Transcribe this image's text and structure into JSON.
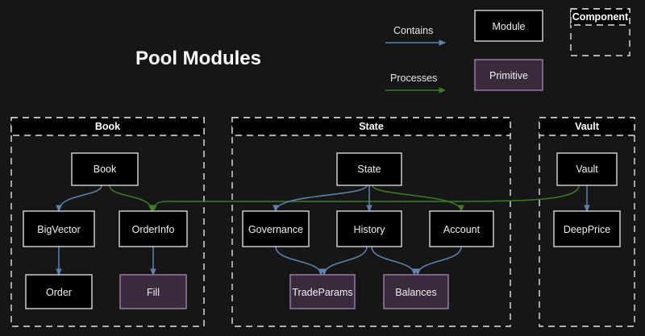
{
  "page": {
    "title": "Pool Modules",
    "background_color": "#161616"
  },
  "colors": {
    "module_fill": "#000000",
    "module_stroke": "#d8d8d8",
    "primitive_fill": "#3a2b3c",
    "primitive_stroke": "#9f7fae",
    "contains_edge": "#5f82b0",
    "processes_edge": "#3e7a28",
    "group_stroke": "#e0e0e0",
    "text": "#f0f0f0"
  },
  "legend": {
    "contains_label": "Contains",
    "processes_label": "Processes",
    "module_label": "Module",
    "primitive_label": "Primitive",
    "component_label": "Component"
  },
  "groups": [
    {
      "id": "book",
      "label": "Book"
    },
    {
      "id": "state",
      "label": "State"
    },
    {
      "id": "vault",
      "label": "Vault"
    }
  ],
  "nodes": {
    "book": {
      "label": "Book",
      "kind": "module"
    },
    "bigvector": {
      "label": "BigVector",
      "kind": "module"
    },
    "orderinfo": {
      "label": "OrderInfo",
      "kind": "module"
    },
    "order": {
      "label": "Order",
      "kind": "module"
    },
    "fill": {
      "label": "Fill",
      "kind": "primitive"
    },
    "state": {
      "label": "State",
      "kind": "module"
    },
    "governance": {
      "label": "Governance",
      "kind": "module"
    },
    "history": {
      "label": "History",
      "kind": "module"
    },
    "account": {
      "label": "Account",
      "kind": "module"
    },
    "tradeparams": {
      "label": "TradeParams",
      "kind": "primitive"
    },
    "balances": {
      "label": "Balances",
      "kind": "primitive"
    },
    "vault": {
      "label": "Vault",
      "kind": "module"
    },
    "deepprice": {
      "label": "DeepPrice",
      "kind": "module"
    }
  },
  "edges": [
    {
      "from": "book",
      "to": "bigvector",
      "type": "contains"
    },
    {
      "from": "bigvector",
      "to": "order",
      "type": "contains"
    },
    {
      "from": "orderinfo",
      "to": "fill",
      "type": "contains"
    },
    {
      "from": "book",
      "to": "orderinfo",
      "type": "processes"
    },
    {
      "from": "state",
      "to": "governance",
      "type": "contains"
    },
    {
      "from": "state",
      "to": "history",
      "type": "contains"
    },
    {
      "from": "state",
      "to": "account",
      "type": "processes"
    },
    {
      "from": "governance",
      "to": "tradeparams",
      "type": "contains"
    },
    {
      "from": "history",
      "to": "tradeparams",
      "type": "contains"
    },
    {
      "from": "history",
      "to": "balances",
      "type": "contains"
    },
    {
      "from": "account",
      "to": "balances",
      "type": "contains"
    },
    {
      "from": "vault",
      "to": "deepprice",
      "type": "contains"
    },
    {
      "from": "vault",
      "to": "orderinfo",
      "type": "processes"
    }
  ]
}
